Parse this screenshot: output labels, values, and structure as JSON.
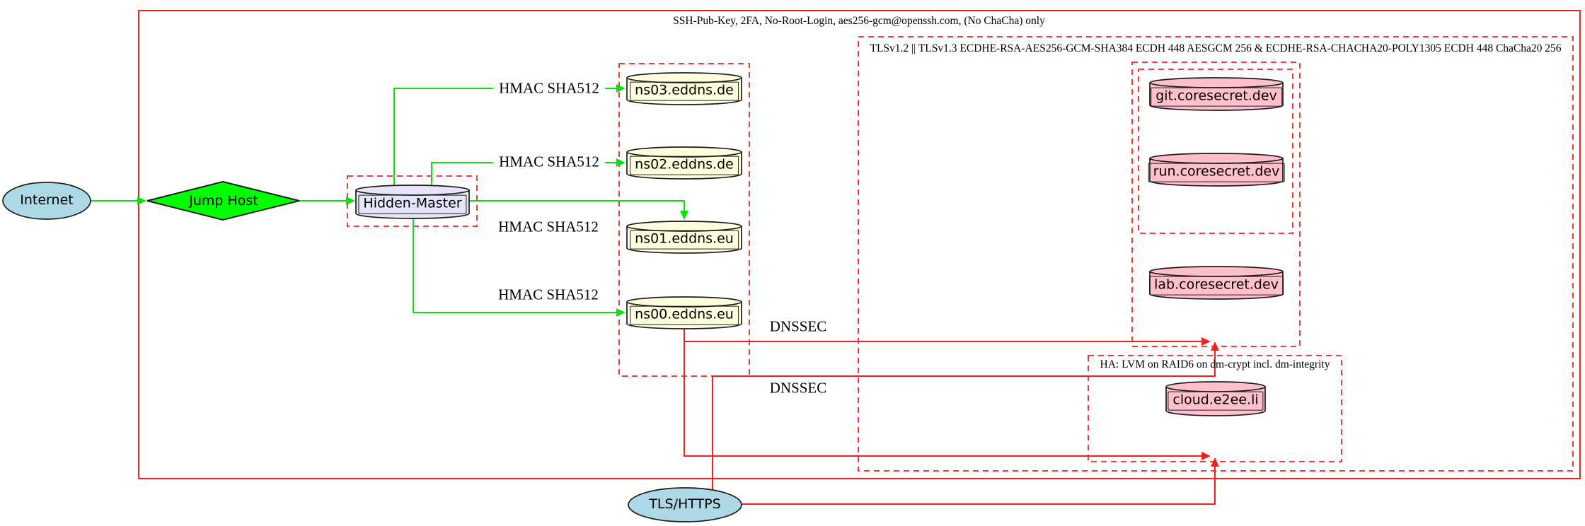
{
  "clusters": {
    "ssh_label": "SSH-Pub-Key, 2FA, No-Root-Login, aes256-gcm@openssh.com, (No ChaCha) only",
    "tls_label": "TLSv1.2 || TLSv1.3 ECDHE-RSA-AES256-GCM-SHA384 ECDH 448 AESGCM 256 & ECDHE-RSA-CHACHA20-POLY1305 ECDH 448 ChaCha20 256",
    "ha_label": "HA: LVM on RAID6 on dm-crypt incl. dm-integrity"
  },
  "nodes": {
    "internet": "Internet",
    "jump_host": "Jump Host",
    "hidden_master": "Hidden-Master",
    "ns03": "ns03.eddns.de",
    "ns02": "ns02.eddns.de",
    "ns01": "ns01.eddns.eu",
    "ns00": "ns00.eddns.eu",
    "git": "git.coresecret.dev",
    "run": "run.coresecret.dev",
    "lab": "lab.coresecret.dev",
    "cloud": "cloud.e2ee.li",
    "tls_https": "TLS/HTTPS"
  },
  "edge_labels": {
    "hmac1": "HMAC SHA512",
    "hmac2": "HMAC SHA512",
    "hmac3": "HMAC SHA512",
    "hmac4": "HMAC SHA512",
    "dnssec1": "DNSSEC",
    "dnssec2": "DNSSEC"
  },
  "colors": {
    "edge_red": "#f2201a",
    "edge_green": "#0ae00a",
    "diamond_fill": "#00ff00",
    "internet_fill": "#add8e6",
    "master_fill": "#e6e6fa",
    "dns_fill": "#ffffe0",
    "server_fill": "#ffc0cb"
  }
}
